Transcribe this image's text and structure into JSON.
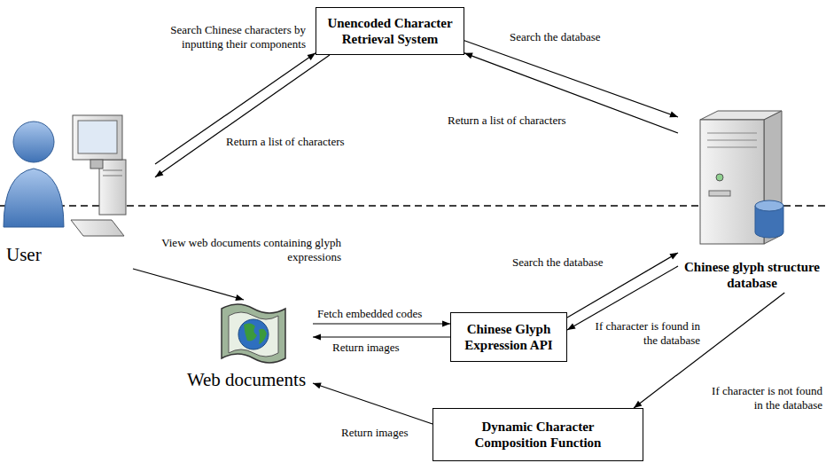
{
  "diagram": {
    "nodes": [
      {
        "text": [
          "Unencoded Character Retrieval System"
        ]
      },
      {
        "text": [
          "User"
        ]
      },
      {
        "text": [
          "Chinese glyph structure database"
        ]
      },
      {
        "text": [
          "Web documents"
        ]
      },
      {
        "text": [
          "Chinese Glyph Expression API"
        ]
      },
      {
        "text": [
          "Dynamic Character Composition Function"
        ]
      }
    ],
    "edges": [
      {
        "from": 1,
        "to": 0,
        "arrow": "to",
        "label": "Search Chinese characters by inputting their components"
      },
      {
        "from": 0,
        "to": 1,
        "arrow": "to",
        "label": "Return a list of characters"
      },
      {
        "from": 0,
        "to": 2,
        "arrow": "to",
        "label": "Search the database"
      },
      {
        "from": 2,
        "to": 0,
        "arrow": "to",
        "label": "Return a list of characters"
      },
      {
        "from": 1,
        "to": 3,
        "arrow": "to",
        "label": "View web documents containing glyph expressions"
      },
      {
        "from": 3,
        "to": 4,
        "arrow": "to",
        "label": "Fetch embedded codes"
      },
      {
        "from": 4,
        "to": 3,
        "arrow": "to",
        "label": "Return images"
      },
      {
        "from": 4,
        "to": 2,
        "arrow": "to",
        "label": "Search the database"
      },
      {
        "from": 2,
        "to": 4,
        "arrow": "to",
        "label": "If character is found in the database"
      },
      {
        "from": 2,
        "to": 5,
        "arrow": "to",
        "label": "If character is not found in the database"
      },
      {
        "from": 5,
        "to": 3,
        "arrow": "to",
        "label": "Return images"
      }
    ]
  }
}
